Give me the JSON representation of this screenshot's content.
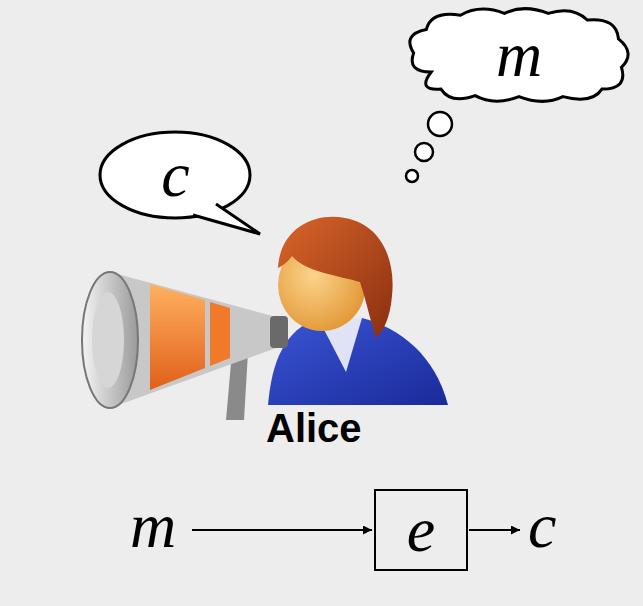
{
  "diagram": {
    "nodes": [
      {
        "text": [
          "m"
        ]
      },
      {
        "text": [
          "c"
        ]
      },
      {
        "text": [
          "e"
        ]
      }
    ],
    "labels": [
      "Alice",
      "m",
      "c"
    ]
  }
}
